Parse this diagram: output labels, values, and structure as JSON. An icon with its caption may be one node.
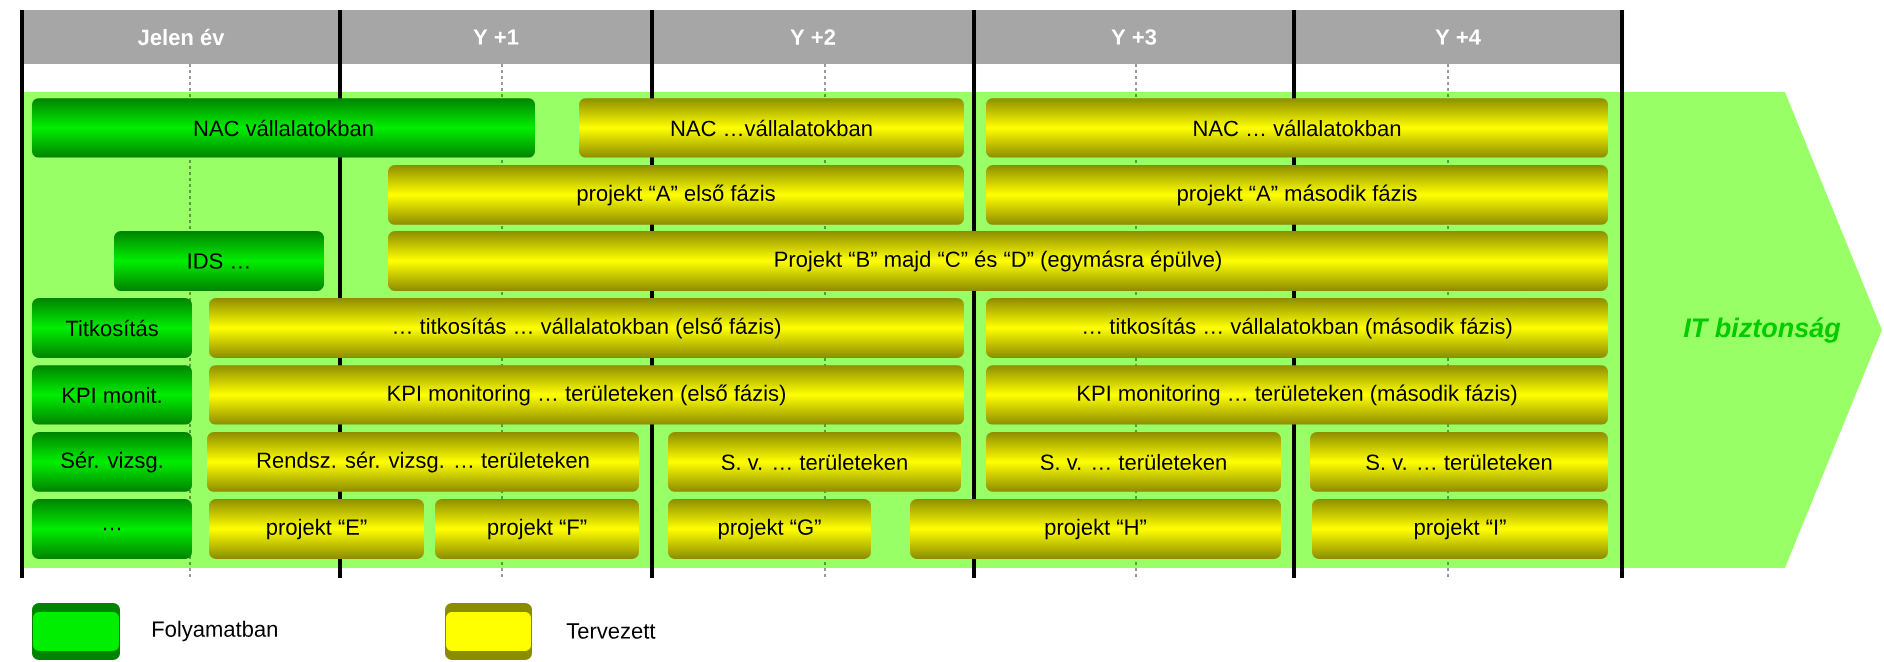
{
  "diagram": {
    "nodes": [
      {
        "text": [
          "Jelen év"
        ]
      },
      {
        "text": [
          "Y +1"
        ]
      },
      {
        "text": [
          "Y +2"
        ]
      },
      {
        "text": [
          "Y +3"
        ]
      },
      {
        "text": [
          "Y +4"
        ]
      },
      {
        "text": [
          "IT biztonság"
        ]
      },
      {
        "text": [
          "NAC vállalatokban"
        ],
        "in": 5
      },
      {
        "text": [
          "NAC …vállalatokban"
        ],
        "in": 5
      },
      {
        "text": [
          "NAC … vállalatokban"
        ],
        "in": 5
      },
      {
        "text": [
          "projekt “A” első fázis"
        ],
        "in": 5
      },
      {
        "text": [
          "projekt “A” második fázis"
        ],
        "in": 5
      },
      {
        "text": [
          "IDS …"
        ],
        "in": 5
      },
      {
        "text": [
          "Projekt “B” majd “C” és “D” (egymásra épülve)"
        ],
        "in": 5
      },
      {
        "text": [
          "Titkosítás"
        ],
        "in": 5
      },
      {
        "text": [
          "… titkosítás … vállalatokban (első fázis)"
        ],
        "in": 5
      },
      {
        "text": [
          "… titkosítás … vállalatokban (második fázis)"
        ],
        "in": 5
      },
      {
        "text": [
          "KPI monit."
        ],
        "in": 5
      },
      {
        "text": [
          "KPI monitoring … területeken (első fázis)"
        ],
        "in": 5
      },
      {
        "text": [
          "KPI monitoring … területeken (második fázis)"
        ],
        "in": 5
      },
      {
        "text": [
          "Sér. vizsg."
        ],
        "in": 5
      },
      {
        "text": [
          "Rendsz. sér. vizsg. … területeken"
        ],
        "in": 5
      },
      {
        "text": [
          "S. v. … területeken"
        ],
        "in": 5
      },
      {
        "text": [
          "S. v. … területeken"
        ],
        "in": 5
      },
      {
        "text": [
          "S. v. … területeken"
        ],
        "in": 5
      },
      {
        "text": [
          "…"
        ],
        "in": 5
      },
      {
        "text": [
          "projekt “E”"
        ],
        "in": 5
      },
      {
        "text": [
          "projekt “F”"
        ],
        "in": 5
      },
      {
        "text": [
          "projekt “G”"
        ],
        "in": 5
      },
      {
        "text": [
          "projekt “H”"
        ],
        "in": 5
      },
      {
        "text": [
          "projekt “I”"
        ],
        "in": 5
      }
    ],
    "legend": [
      {
        "text": "Folyamatban",
        "color": "#00ee00"
      },
      {
        "text": "Tervezett",
        "color": "#ffff00"
      }
    ]
  }
}
